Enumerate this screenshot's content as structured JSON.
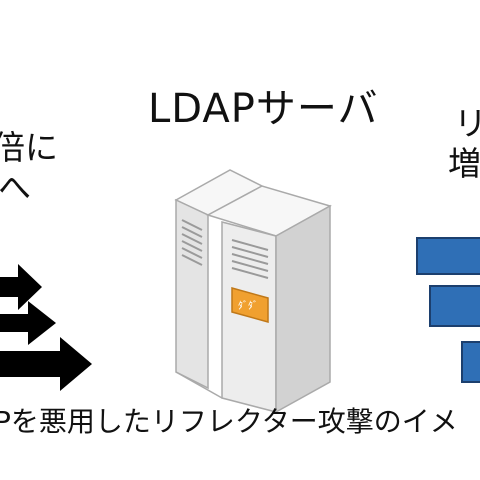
{
  "server": {
    "title": "LDAPサーバ",
    "panel_label": "ﾀﾞﾀﾞ"
  },
  "left_label": {
    "line1": "倍に",
    "line2": "へ"
  },
  "right_label": {
    "line1": "リ",
    "line2": "増"
  },
  "caption": "Pを悪用したリフレクター攻撃のイメ",
  "colors": {
    "arrow": "#000000",
    "bar": "#2f6fb6",
    "bar_border": "#1c3f6e",
    "server_body": "#e9e9e9",
    "server_panel": "#f0a030"
  },
  "icons": [
    "arrow-right-icon",
    "ldap-server-icon",
    "amplified-traffic-bar"
  ]
}
